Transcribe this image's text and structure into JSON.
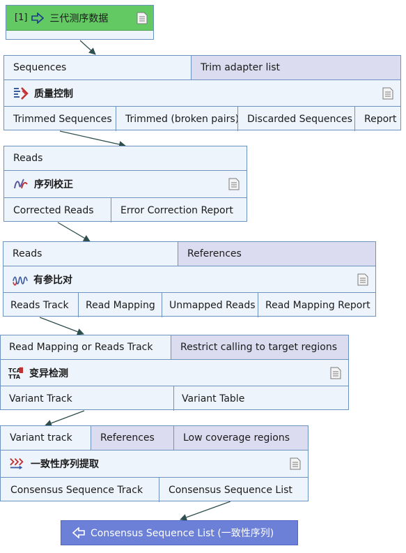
{
  "input": {
    "index": "[1]",
    "label": "三代测序数据",
    "icon": "arrow-right-outline-icon"
  },
  "steps": [
    {
      "name": "质量控制",
      "icon": "quality-control-icon",
      "inputs": [
        {
          "label": "Sequences",
          "optional": false
        },
        {
          "label": "Trim adapter list",
          "optional": true
        }
      ],
      "outputs": [
        "Trimmed Sequences",
        "Trimmed (broken pairs)",
        "Discarded Sequences",
        "Report"
      ]
    },
    {
      "name": "序列校正",
      "icon": "sequence-correction-icon",
      "inputs": [
        {
          "label": "Reads",
          "optional": false
        }
      ],
      "outputs": [
        "Corrected Reads",
        "Error Correction Report"
      ]
    },
    {
      "name": "有参比对",
      "icon": "read-mapping-icon",
      "inputs": [
        {
          "label": "Reads",
          "optional": false
        },
        {
          "label": "References",
          "optional": true
        }
      ],
      "outputs": [
        "Reads Track",
        "Read Mapping",
        "Unmapped Reads",
        "Read Mapping Report"
      ]
    },
    {
      "name": "变异检测",
      "icon": "variant-detection-icon",
      "inputs": [
        {
          "label": "Read Mapping or Reads Track",
          "optional": false
        },
        {
          "label": "Restrict calling to target regions",
          "optional": true
        }
      ],
      "outputs": [
        "Variant Track",
        "Variant Table"
      ]
    },
    {
      "name": "一致性序列提取",
      "icon": "consensus-extraction-icon",
      "inputs": [
        {
          "label": "Variant track",
          "optional": false
        },
        {
          "label": "References",
          "optional": true
        },
        {
          "label": "Low coverage regions",
          "optional": true
        }
      ],
      "outputs": [
        "Consensus Sequence Track",
        "Consensus Sequence List"
      ]
    }
  ],
  "output": {
    "label": "Consensus Sequence List (一致性序列)",
    "icon": "arrow-left-outline-icon"
  },
  "colors": {
    "node_fill": "#eef4fc",
    "node_border": "#6c93bf",
    "optional_input_fill": "#dcdcf1",
    "input_header": "#63c963",
    "output_node": "#6b80d6"
  }
}
